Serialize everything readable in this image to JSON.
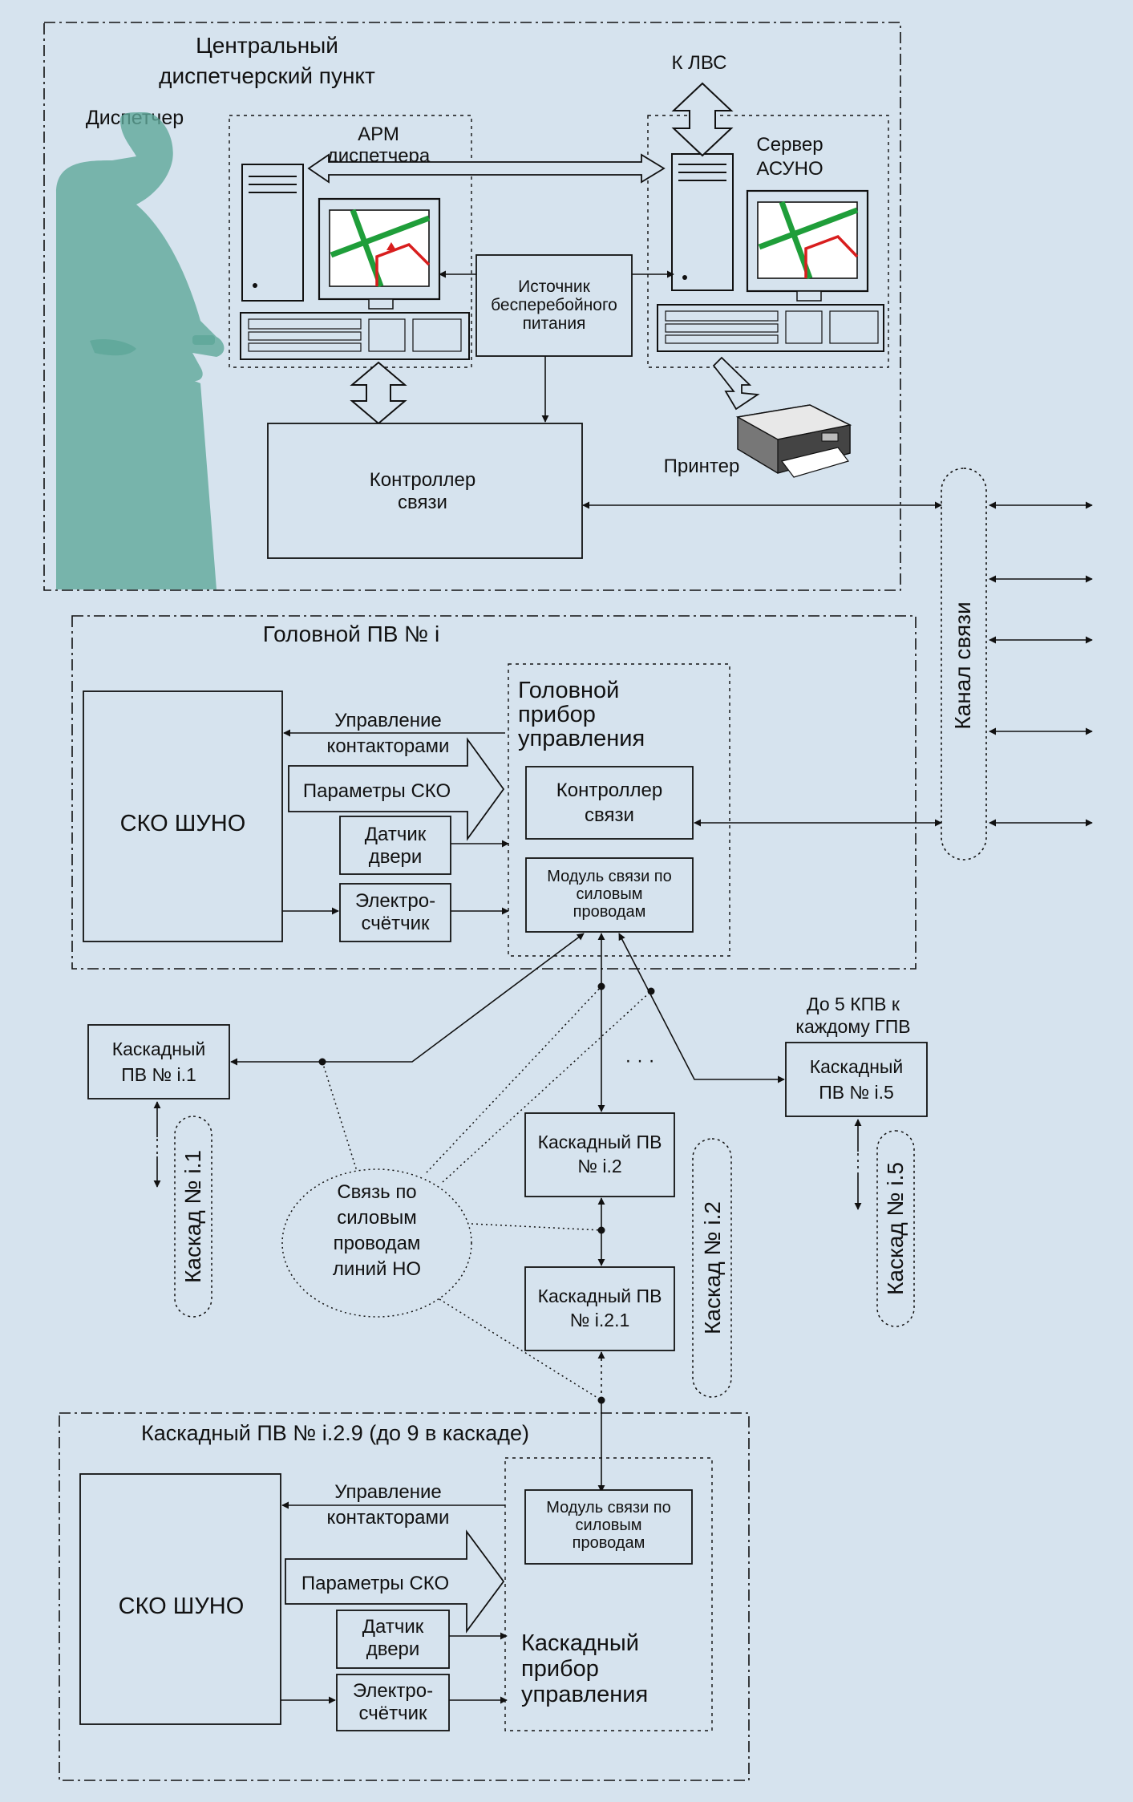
{
  "colors": {
    "background": "#d6e3ee",
    "stroke": "#111111",
    "person": "#5fa79a",
    "map_green": "#1f9e3a",
    "map_red": "#d81e1e"
  },
  "central": {
    "title_line1": "Центральный",
    "title_line2": "диспетчерский пункт",
    "dispatcher_label": "Диспетчер",
    "lan_label": "К ЛВС",
    "arm_line1": "АРМ",
    "arm_line2": "диспетчера",
    "server_line1": "Сервер",
    "server_line2": "АСУНО",
    "ups_line1": "Источник",
    "ups_line2": "бесперебойного",
    "ups_line3": "питания",
    "printer_label": "Принтер",
    "controller_line1": "Контроллер",
    "controller_line2": "связи"
  },
  "channel_label": "Канал связи",
  "head": {
    "title": "Головной ПВ № i",
    "sko": "СКО ШУНО",
    "ctrl_contactors_line1": "Управление",
    "ctrl_contactors_line2": "контакторами",
    "params": "Параметры СКО",
    "door_line1": "Датчик",
    "door_line2": "двери",
    "meter_line1": "Электро-",
    "meter_line2": "счётчик",
    "device_line1": "Головной",
    "device_line2": "прибор",
    "device_line3": "управления",
    "controller_line1": "Контроллер",
    "controller_line2": "связи",
    "plc_line1": "Модуль связи по",
    "plc_line2": "силовым",
    "plc_line3": "проводам"
  },
  "cascade": {
    "note_line1": "До 5 КПВ к",
    "note_line2": "каждому ГПВ",
    "pv_i1_line1": "Каскадный",
    "pv_i1_line2": "ПВ № i.1",
    "pv_i5_line1": "Каскадный",
    "pv_i5_line2": "ПВ № i.5",
    "pv_i2_line1": "Каскадный ПВ",
    "pv_i2_line2": "№ i.2",
    "pv_i21_line1": "Каскадный ПВ",
    "pv_i21_line2": "№ i.2.1",
    "ellipsis": "· · ·",
    "cascade_i1": "Каскад № i.1",
    "cascade_i2": "Каскад № i.2",
    "cascade_i5": "Каскад № i.5",
    "plc_bubble_line1": "Связь по",
    "plc_bubble_line2": "силовым",
    "plc_bubble_line3": "проводам",
    "plc_bubble_line4": "линий НО"
  },
  "cascade_pv": {
    "title": "Каскадный ПВ № i.2.9 (до 9 в каскаде)",
    "sko": "СКО ШУНО",
    "ctrl_contactors_line1": "Управление",
    "ctrl_contactors_line2": "контакторами",
    "params": "Параметры СКО",
    "door_line1": "Датчик",
    "door_line2": "двери",
    "meter_line1": "Электро-",
    "meter_line2": "счётчик",
    "plc_line1": "Модуль связи по",
    "plc_line2": "силовым",
    "plc_line3": "проводам",
    "device_line1": "Каскадный",
    "device_line2": "прибор",
    "device_line3": "управления"
  }
}
